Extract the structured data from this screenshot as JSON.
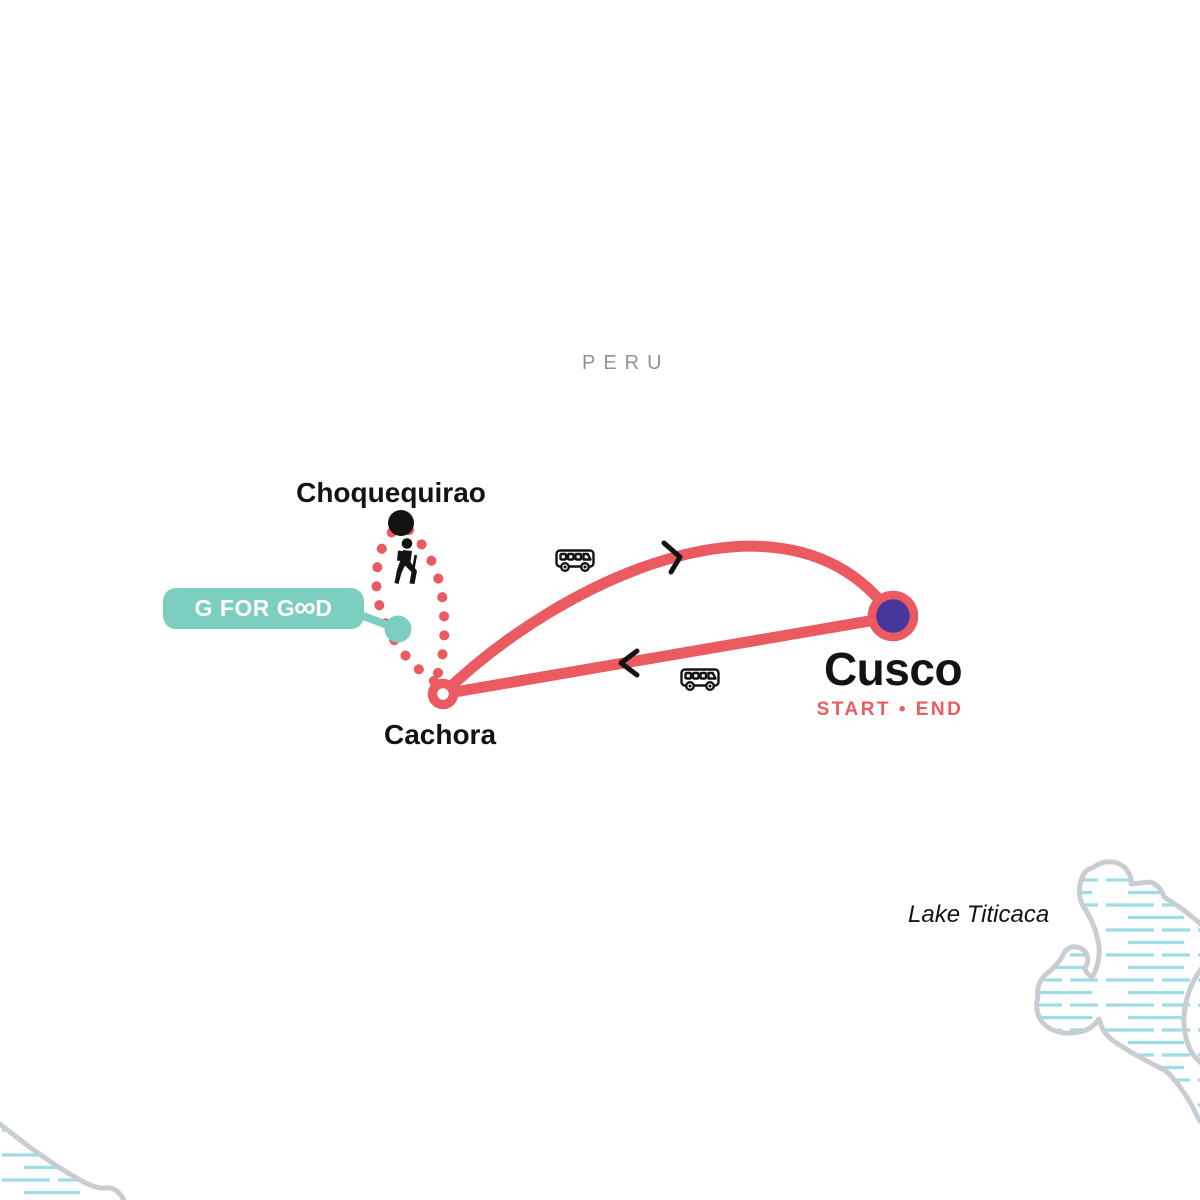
{
  "region_label": "PERU",
  "lake_label": "Lake Titicaca",
  "stops": {
    "choquequirao": {
      "name": "Choquequirao"
    },
    "cachora": {
      "name": "Cachora"
    },
    "cusco": {
      "name": "Cusco",
      "status": "START • END"
    }
  },
  "badge": {
    "full_label": "G FOR GOOD",
    "prefix": "G FOR G",
    "infinity": "∞",
    "suffix": "D"
  },
  "icons": {
    "bus_outbound": "minibus-icon",
    "bus_return": "minibus-icon",
    "hiker": "hiker-icon",
    "arrow_to_cusco": "chevron-right-icon",
    "arrow_to_cachora": "chevron-left-icon"
  },
  "colors": {
    "route": "#EA5A60",
    "badge_teal": "#7CCEC0",
    "cusco_purple": "#47379A",
    "label_black": "#131313",
    "region_gray": "#8E939B",
    "lake_outline": "#C9CDD2",
    "lake_hatch": "#9EDCE6",
    "background": "#FFFFFF"
  }
}
